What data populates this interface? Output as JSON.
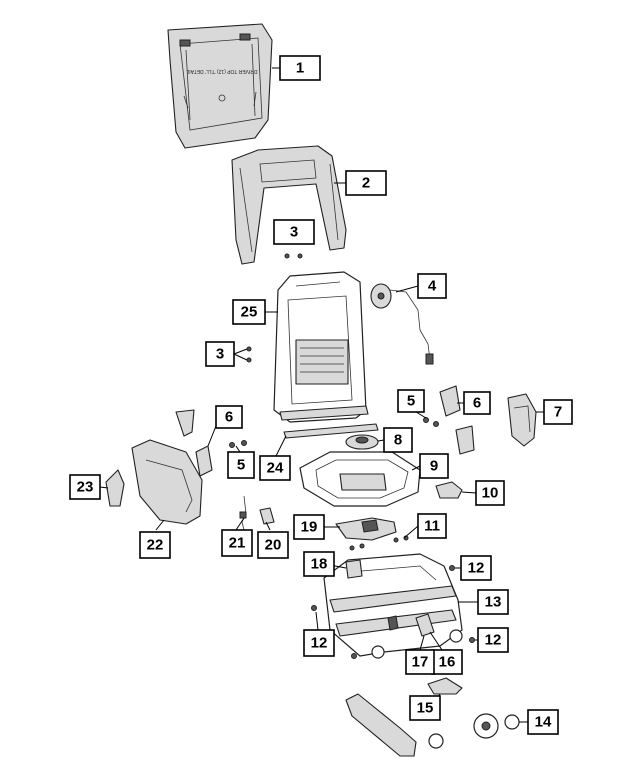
{
  "diagram": {
    "callouts": [
      {
        "id": "c1",
        "label": "1"
      },
      {
        "id": "c2",
        "label": "2"
      },
      {
        "id": "c3a",
        "label": "3"
      },
      {
        "id": "c3b",
        "label": "3"
      },
      {
        "id": "c4",
        "label": "4"
      },
      {
        "id": "c5a",
        "label": "5"
      },
      {
        "id": "c5b",
        "label": "5"
      },
      {
        "id": "c6a",
        "label": "6"
      },
      {
        "id": "c6b",
        "label": "6"
      },
      {
        "id": "c7",
        "label": "7"
      },
      {
        "id": "c8",
        "label": "8"
      },
      {
        "id": "c9",
        "label": "9"
      },
      {
        "id": "c10",
        "label": "10"
      },
      {
        "id": "c11",
        "label": "11"
      },
      {
        "id": "c12a",
        "label": "12"
      },
      {
        "id": "c12b",
        "label": "12"
      },
      {
        "id": "c12c",
        "label": "12"
      },
      {
        "id": "c13",
        "label": "13"
      },
      {
        "id": "c14",
        "label": "14"
      },
      {
        "id": "c15",
        "label": "15"
      },
      {
        "id": "c16",
        "label": "16"
      },
      {
        "id": "c17",
        "label": "17"
      },
      {
        "id": "c18",
        "label": "18"
      },
      {
        "id": "c19",
        "label": "19"
      },
      {
        "id": "c20",
        "label": "20"
      },
      {
        "id": "c21",
        "label": "21"
      },
      {
        "id": "c22",
        "label": "22"
      },
      {
        "id": "c23",
        "label": "23"
      },
      {
        "id": "c24",
        "label": "24"
      },
      {
        "id": "c25",
        "label": "25"
      }
    ],
    "panel_text": "DRIVER TOP (12) 'TLL' DETAIL"
  }
}
